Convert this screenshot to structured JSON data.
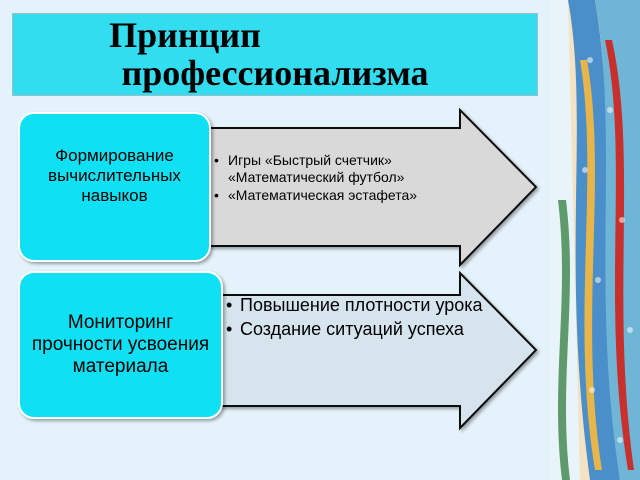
{
  "slide": {
    "title_line1": "Принцип",
    "title_line2": "профессионализма"
  },
  "rows": [
    {
      "box_text": "Формирование вычислительных навыков",
      "items": [
        "Игры  «Быстрый счетчик» «Математический футбол»",
        "«Математическая эстафета»"
      ]
    },
    {
      "box_text": "Мониторинг прочности усвоения материала",
      "items": [
        "Повышение плотности урока",
        "Создание ситуаций успеха"
      ]
    }
  ],
  "colors": {
    "title_bg": "#33ddf0",
    "box_bg": "#0fe0f3",
    "arrow_top": "#d9d9d9",
    "arrow_bottom": "#d6e4ee",
    "slide_bg": "#e4f3fb"
  }
}
